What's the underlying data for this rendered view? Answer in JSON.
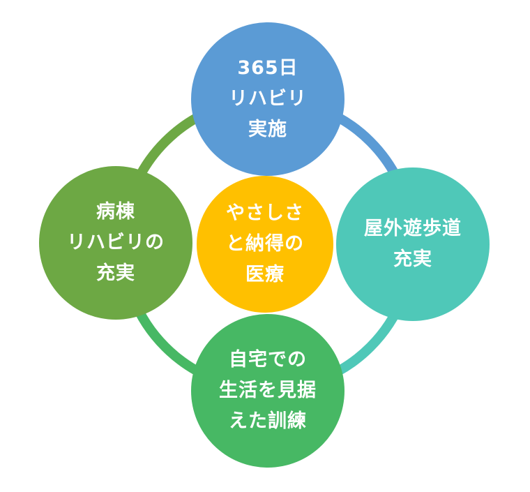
{
  "diagram": {
    "nodes": {
      "top": {
        "color": "#5B9BD5",
        "lines": [
          "365日",
          "リハビリ",
          "実施"
        ]
      },
      "right": {
        "color": "#4FC8B8",
        "lines": [
          "屋外遊歩道",
          "充実"
        ]
      },
      "bottom": {
        "color": "#47B864",
        "lines": [
          "自宅での",
          "生活を見据",
          "えた訓練"
        ]
      },
      "left": {
        "color": "#6DA844",
        "lines": [
          "病棟",
          "リハビリの",
          "充実"
        ]
      },
      "center": {
        "color": "#FFC000",
        "lines": [
          "やさしさ",
          "と納得の",
          "医療"
        ]
      }
    },
    "ring_colors": {
      "top_right": "#5B9BD5",
      "right_bottom": "#4FC8B8",
      "bottom_left": "#47B864",
      "left_top": "#6DA844"
    }
  }
}
